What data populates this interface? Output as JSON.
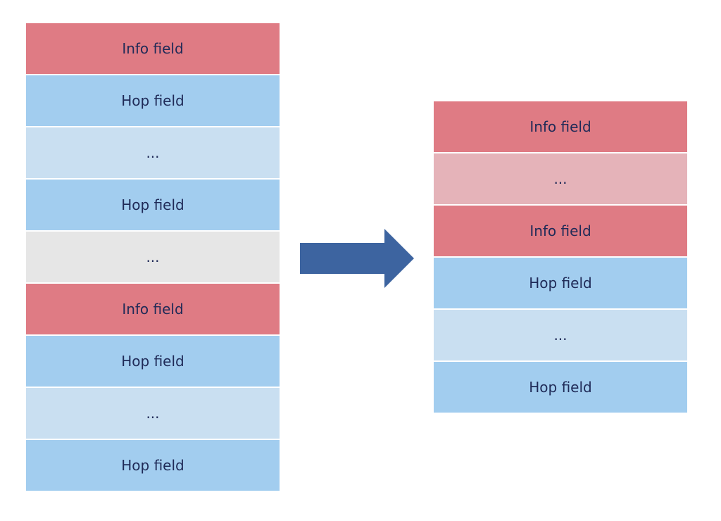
{
  "left_stack": [
    {
      "label": "Info field",
      "kind": "info"
    },
    {
      "label": "Hop field",
      "kind": "hop"
    },
    {
      "label": "...",
      "kind": "hop-light"
    },
    {
      "label": "Hop field",
      "kind": "hop"
    },
    {
      "label": "...",
      "kind": "gap-grey"
    },
    {
      "label": "Info field",
      "kind": "info"
    },
    {
      "label": "Hop field",
      "kind": "hop"
    },
    {
      "label": "...",
      "kind": "hop-light"
    },
    {
      "label": "Hop field",
      "kind": "hop"
    }
  ],
  "right_stack": [
    {
      "label": "Info field",
      "kind": "info"
    },
    {
      "label": "...",
      "kind": "info-faded"
    },
    {
      "label": "Info field",
      "kind": "info"
    },
    {
      "label": "Hop field",
      "kind": "hop"
    },
    {
      "label": "...",
      "kind": "hop-light"
    },
    {
      "label": "Hop field",
      "kind": "hop"
    }
  ],
  "colors": {
    "info": "#df7b84",
    "info_faded": "#e5b3b9",
    "hop": "#a2cdef",
    "hop_light": "#c9dff1",
    "gap_grey": "#e6e6e6",
    "arrow": "#3d64a0",
    "text": "#1f2a57"
  }
}
